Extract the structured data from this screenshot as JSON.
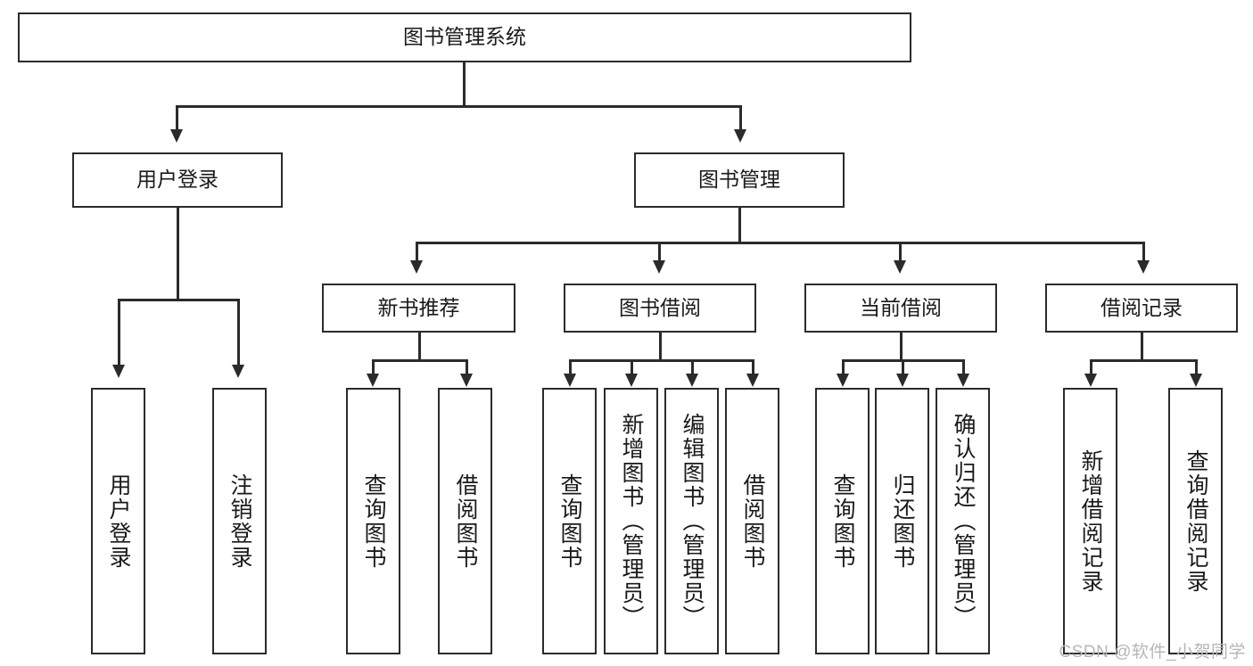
{
  "diagram": {
    "title": "图书管理系统",
    "type": "hierarchy-tree",
    "watermark": "CSDN @软件_小贺同学",
    "colors": {
      "box_border": "#2b2b2b",
      "box_fill": "#ffffff",
      "text": "#1a1a1a",
      "connector": "#2b2b2b",
      "watermark": "#b6b6b6"
    }
  },
  "nodes": {
    "root": {
      "label": "图书管理系统"
    },
    "level2": [
      {
        "label": "用户登录"
      },
      {
        "label": "图书管理"
      }
    ],
    "level3": [
      {
        "label": "新书推荐"
      },
      {
        "label": "图书借阅"
      },
      {
        "label": "当前借阅"
      },
      {
        "label": "借阅记录"
      }
    ],
    "leaves": {
      "user_login": [
        {
          "label": "用户登录"
        },
        {
          "label": "注销登录"
        }
      ],
      "new_book": [
        {
          "label": "查询图书"
        },
        {
          "label": "借阅图书"
        }
      ],
      "book_borrow": [
        {
          "label": "查询图书"
        },
        {
          "label": "新增图书（管理员）"
        },
        {
          "label": "编辑图书（管理员）"
        },
        {
          "label": "借阅图书"
        }
      ],
      "current_borrow": [
        {
          "label": "查询图书"
        },
        {
          "label": "归还图书"
        },
        {
          "label": "确认归还（管理员）"
        }
      ],
      "borrow_record": [
        {
          "label": "新增借阅记录"
        },
        {
          "label": "查询借阅记录"
        }
      ]
    }
  }
}
